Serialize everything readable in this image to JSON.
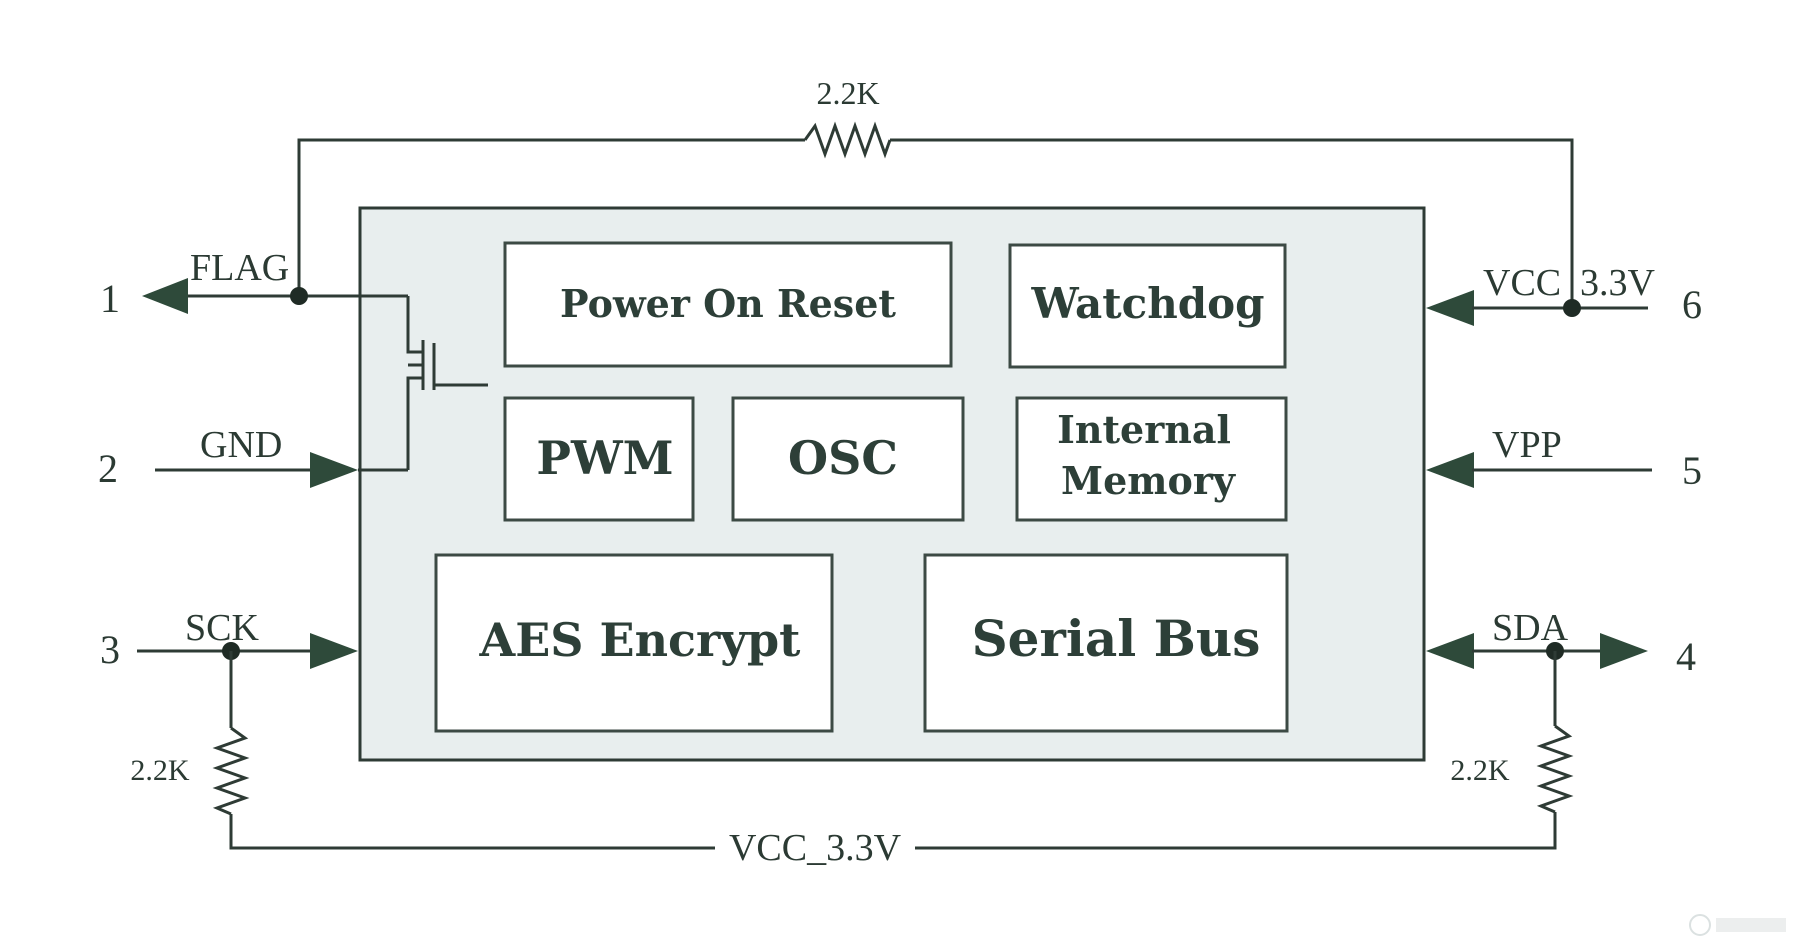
{
  "colors": {
    "chip_fill": "#e8eeee",
    "wire": "#2e3b35",
    "arrow": "#2e4a3a",
    "text": "#2d3f38"
  },
  "blocks": {
    "power_on_reset": "Power On Reset",
    "watchdog": "Watchdog",
    "pwm": "PWM",
    "osc": "OSC",
    "internal_memory_line1": "Internal",
    "internal_memory_line2": "Memory",
    "aes_encrypt": "AES Encrypt",
    "serial_bus": "Serial Bus"
  },
  "pins": {
    "p1_number": "1",
    "p1_name": "FLAG",
    "p2_number": "2",
    "p2_name": "GND",
    "p3_number": "3",
    "p3_name": "SCK",
    "p4_number": "4",
    "p4_name": "SDA",
    "p5_number": "5",
    "p5_name": "VPP",
    "p6_number": "6",
    "p6_name": "VCC",
    "p6_voltage": "3.3V"
  },
  "resistors": {
    "top": "2.2K",
    "left": "2.2K",
    "right": "2.2K"
  },
  "bottom_rail": "VCC_3.3V"
}
